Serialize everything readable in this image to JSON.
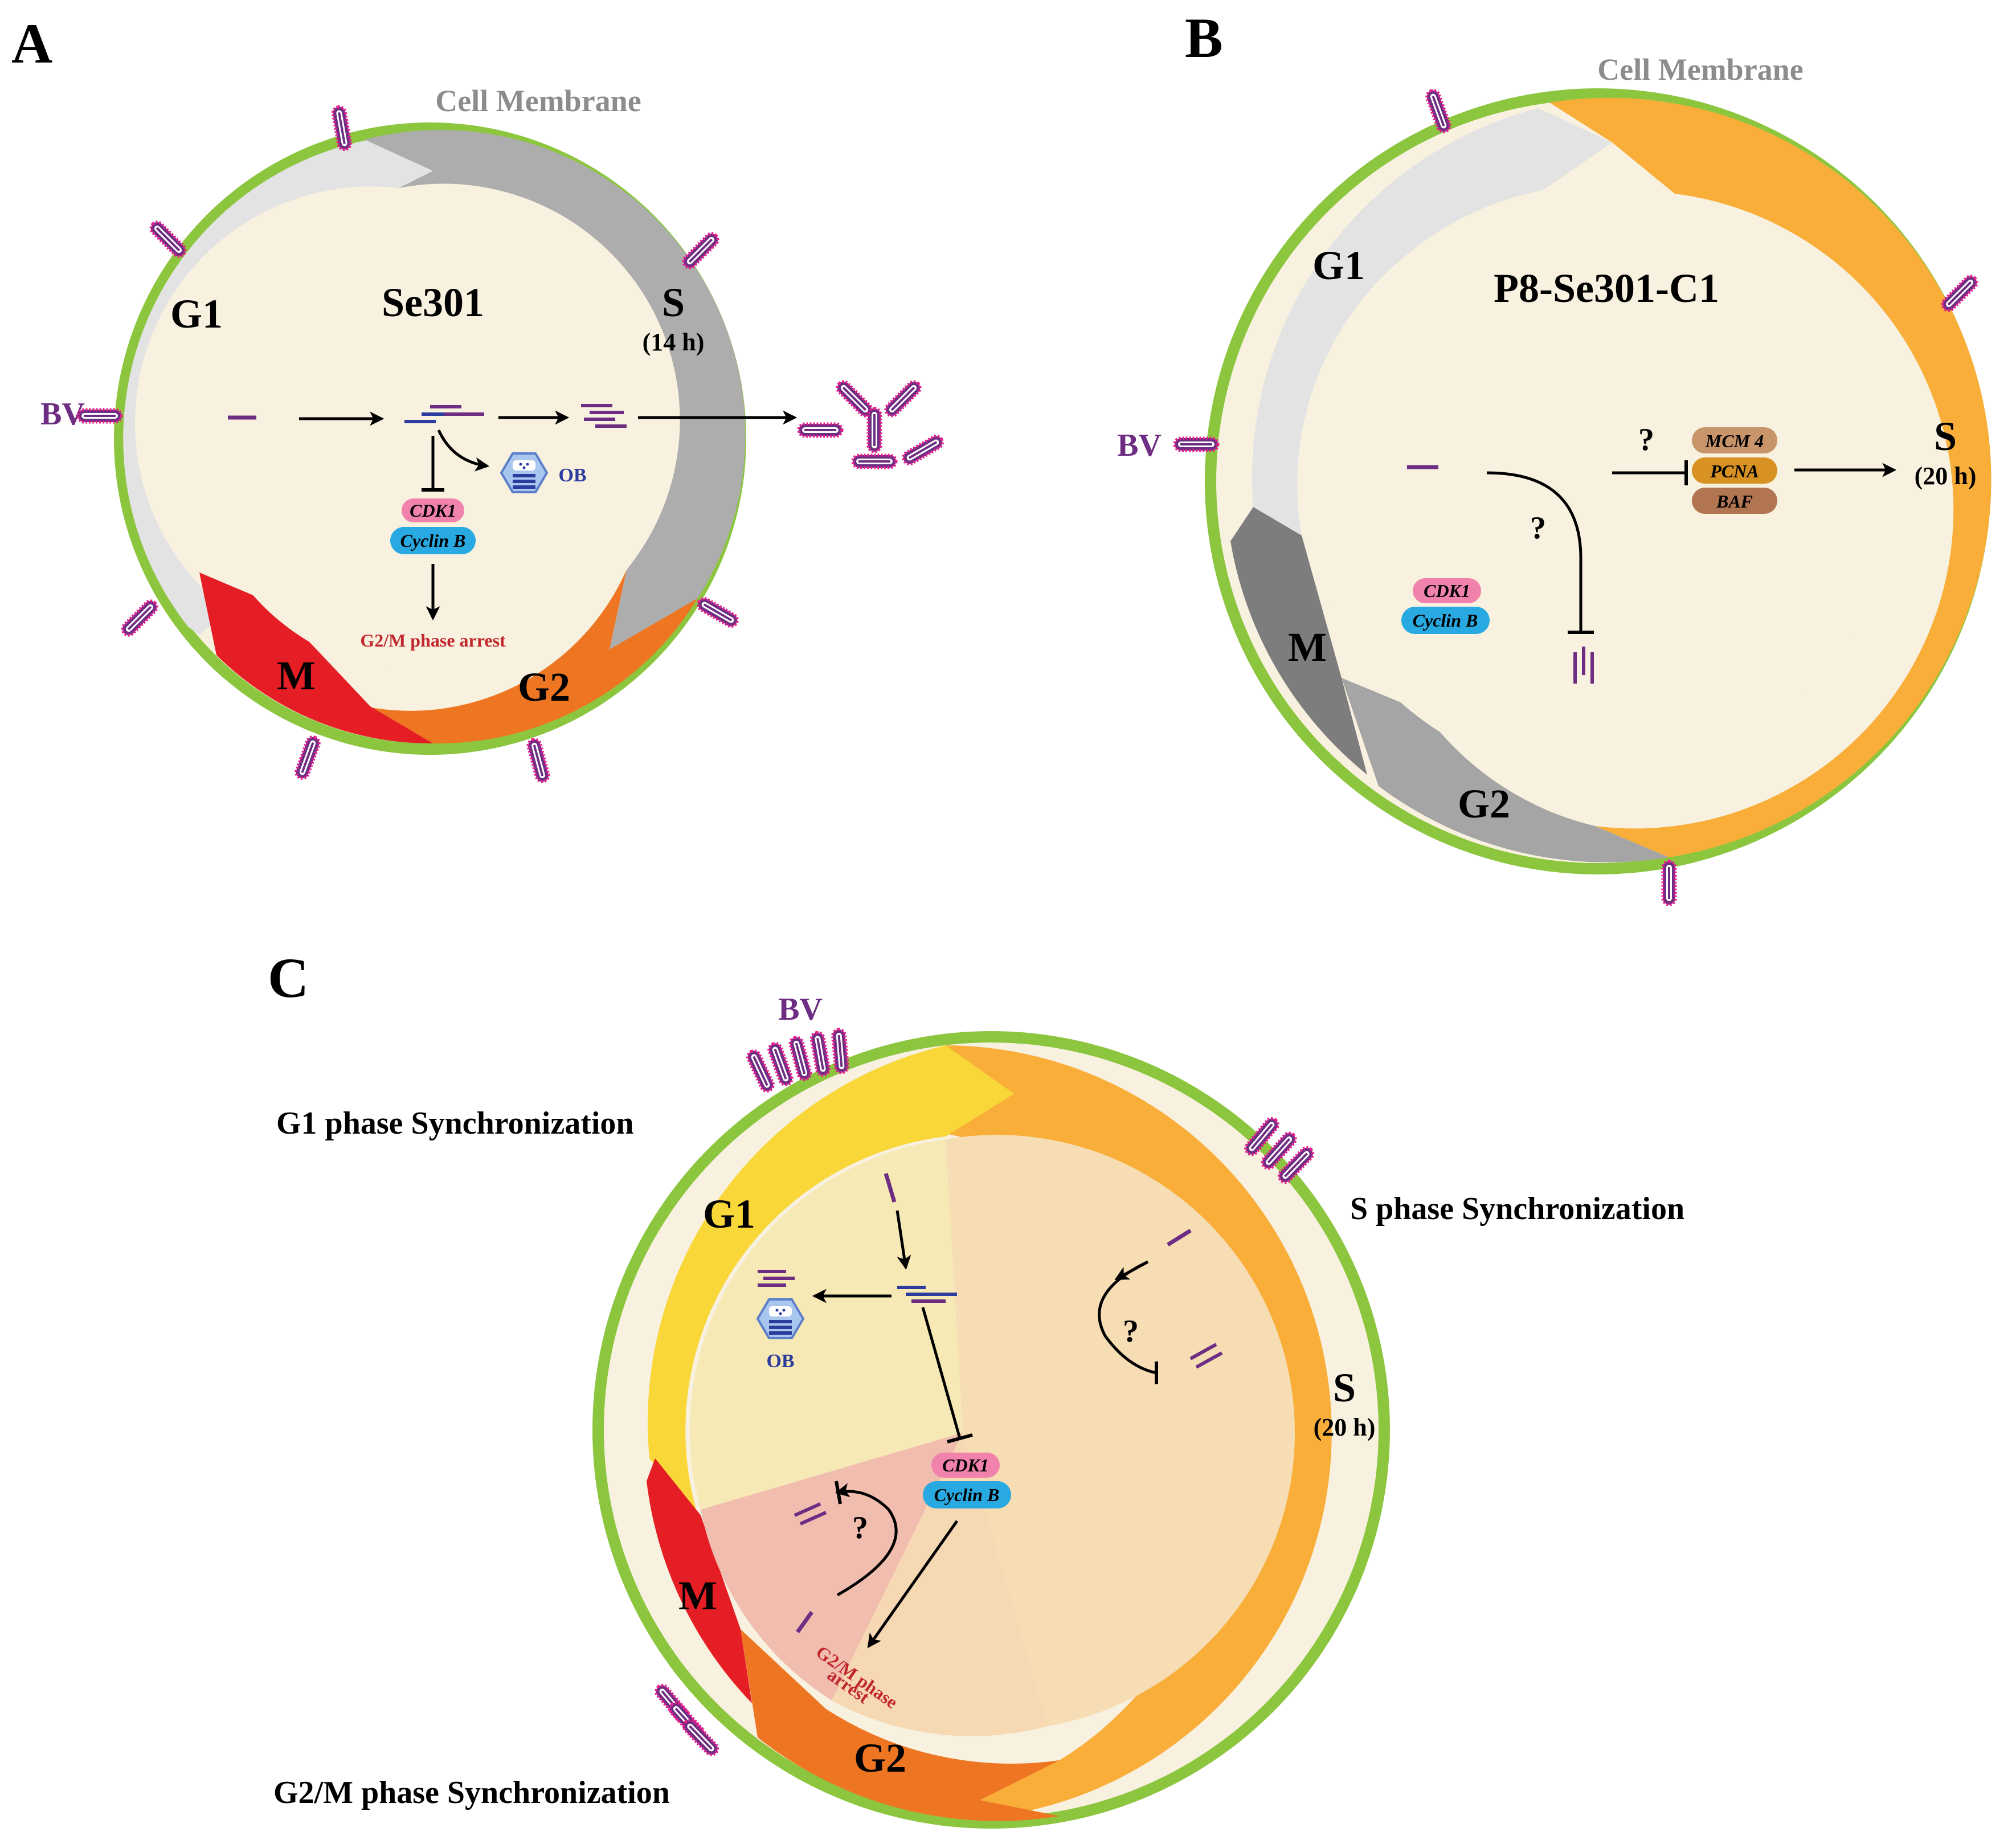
{
  "panels": {
    "a": {
      "letter": "A",
      "title": "Se301",
      "membrane_label": "Cell Membrane",
      "bv_label": "BV",
      "phase_g1": "G1",
      "phase_s": "S",
      "phase_s_duration": "(14 h)",
      "phase_g2": "G2",
      "phase_m": "M",
      "cdk_label": "CDK1",
      "cyclin_label": "Cyclin B",
      "ob_label": "OB",
      "arrest_label": "G2/M phase arrest"
    },
    "b": {
      "letter": "B",
      "title": "P8-Se301-C1",
      "membrane_label": "Cell Membrane",
      "bv_label": "BV",
      "phase_g1": "G1",
      "phase_s": "S",
      "phase_s_duration": "(20 h)",
      "phase_g2": "G2",
      "phase_m": "M",
      "cdk_label": "CDK1",
      "cyclin_label": "Cyclin B",
      "mcm_label": "MCM 4",
      "pcna_label": "PCNA",
      "baf_label": "BAF",
      "question_1": "?",
      "question_2": "?"
    },
    "c": {
      "letter": "C",
      "bv_label": "BV",
      "g1_sync_label": "G1 phase Synchronization",
      "s_sync_label": "S phase Synchronization",
      "g2m_sync_label": "G2/M phase Synchronization",
      "phase_g1": "G1",
      "phase_s": "S",
      "phase_s_duration": "(20 h)",
      "phase_g2": "G2",
      "phase_m": "M",
      "cdk_label": "CDK1",
      "cyclin_label": "Cyclin B",
      "ob_label": "OB",
      "arrest_label_1": "G2/M phase",
      "arrest_label_2": "arrest",
      "question_s": "?",
      "question_g2m": "?"
    }
  },
  "colors": {
    "membrane": "#8CC63F",
    "cytoplasm": "#F8F1DF",
    "g1_grey": "#E3E3E3",
    "s_grey": "#ADADAD",
    "m_red": "#E51E25",
    "g2_orange": "#EE7623",
    "s_orange": "#F9AE3A",
    "g1_yellow": "#F9D739",
    "virus_purple": "#6C2D82",
    "virus_spike": "#E91E8C",
    "dna_blue": "#2B3B9E",
    "cdk_pink": "#F082AC",
    "cyclin_blue": "#29A9E1",
    "mcm_tan": "#C8956B",
    "pcna_orange": "#D89224",
    "baf_brown": "#B27551",
    "label_grey": "#8C8C8C",
    "arrest_red": "#C1272D"
  },
  "icons": [
    "virion-icon",
    "occlusion-body-icon",
    "dna-fragment-icon",
    "arrow-icon",
    "inhibition-icon"
  ]
}
